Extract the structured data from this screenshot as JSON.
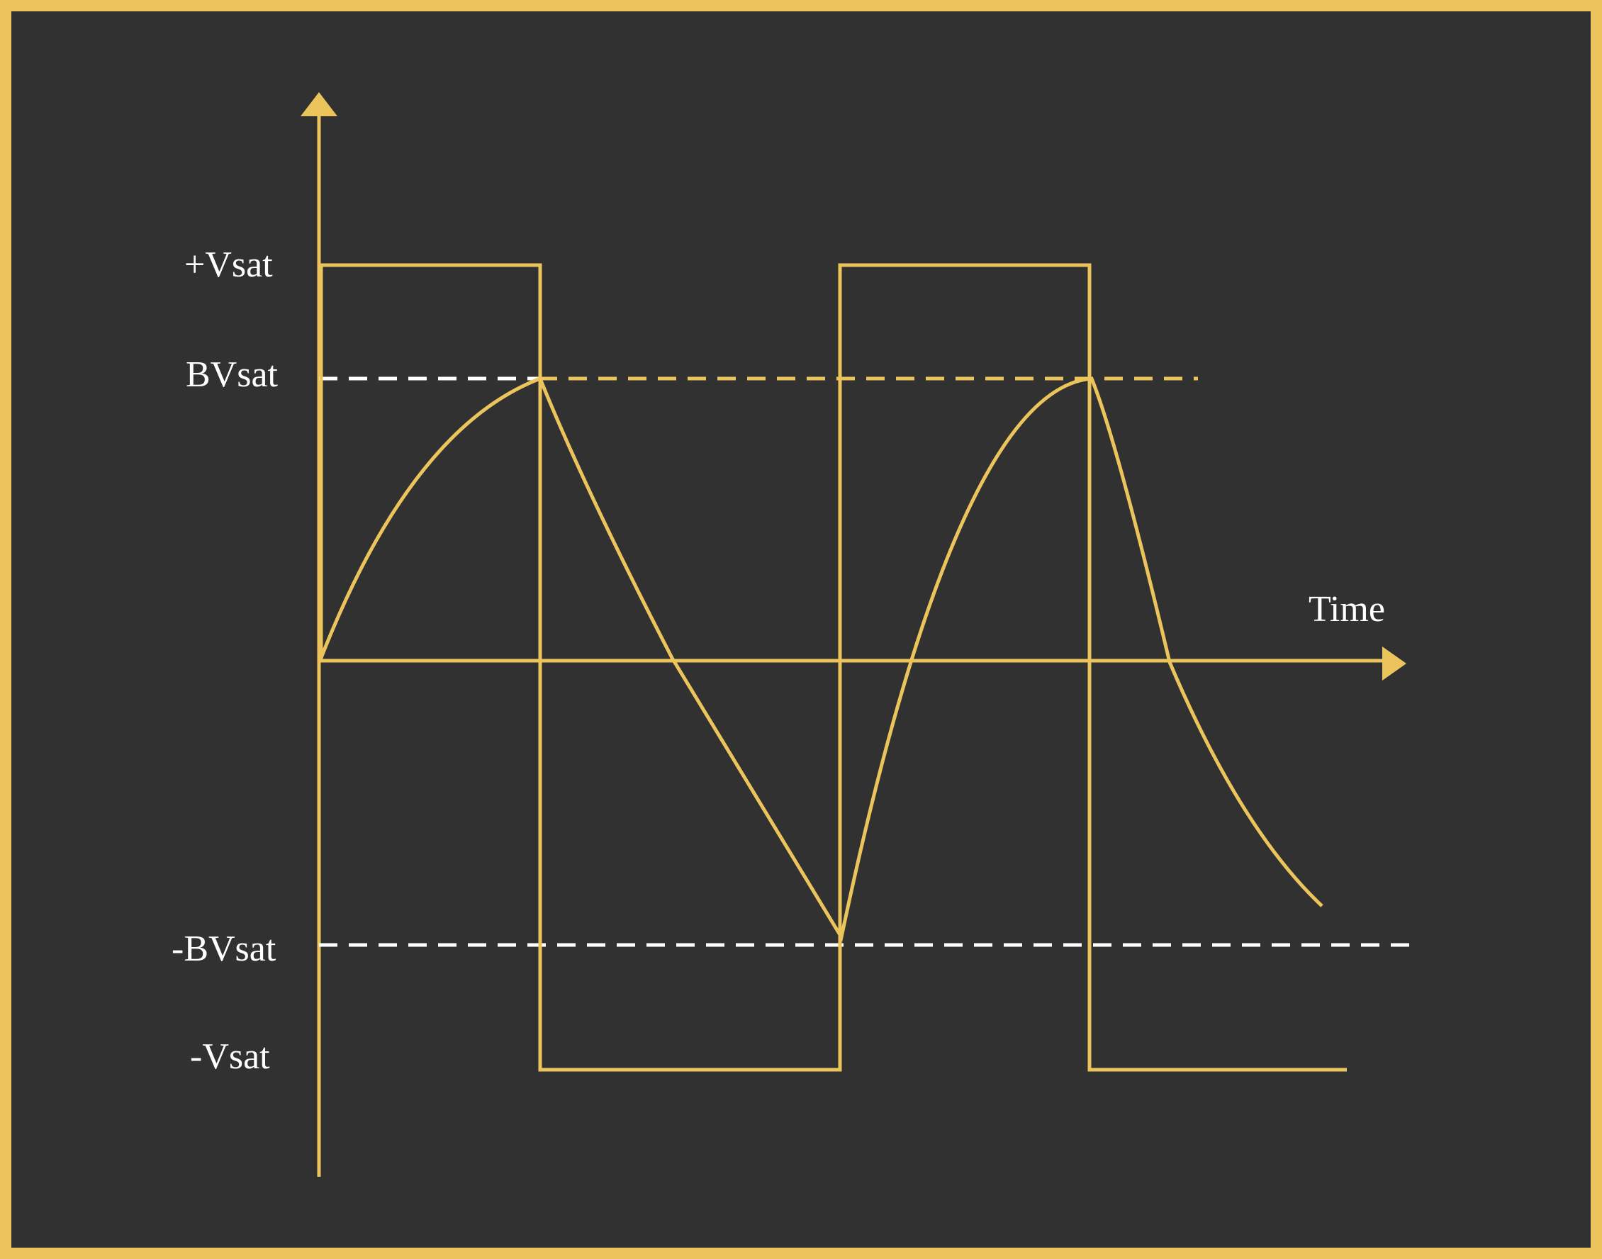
{
  "labels": {
    "plus_vsat": "+Vsat",
    "bvsat": "BVsat",
    "minus_bvsat": "-BVsat",
    "minus_vsat": "-Vsat",
    "time": "Time"
  },
  "colors": {
    "background": "#313131",
    "accent": "#ecc45c",
    "text": "#ffffff",
    "threshold_dash_white": "#ffffff"
  }
}
